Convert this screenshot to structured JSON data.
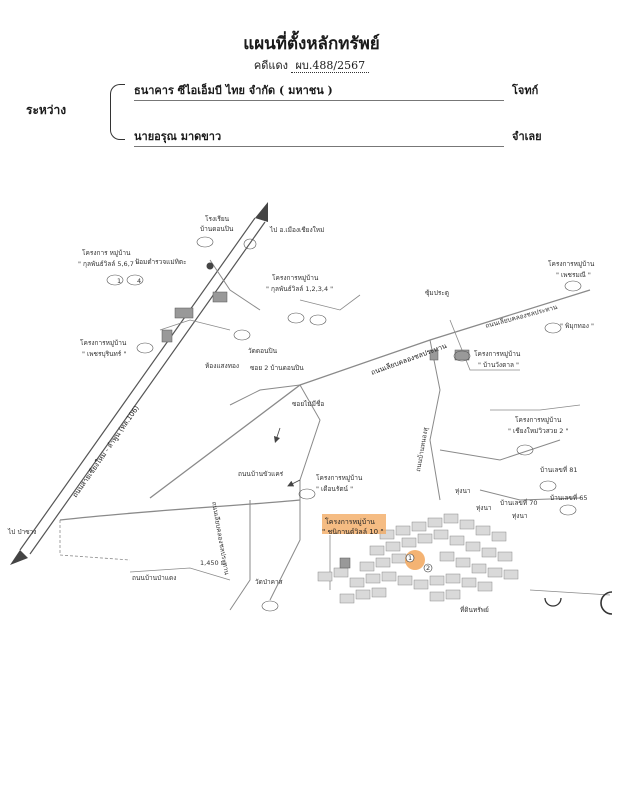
{
  "header": {
    "title": "แผนที่ตั้งหลักทรัพย์",
    "case_label": "คดีแดง",
    "case_number": "ผบ.488/2567",
    "between_label": "ระหว่าง"
  },
  "parties": {
    "plaintiff_name": "ธนาคาร ซีไอเอ็มบี ไทย จำกัด ( มหาชน )",
    "plaintiff_role": "โจทก์",
    "defendant_name": "นายอรุณ  มาดขาว",
    "defendant_role": "จำเลย"
  },
  "map": {
    "main_road": "ถนนสายเชียงใหม่ - ลำพูน (ทล.106)",
    "road_banthi": "ถนนเลียบคลองชลประทาน",
    "road_banhang": "ถนนบ้านป่าแดง",
    "road_canal": "ถนนเลียบคลองชลประทาน",
    "side_road": "ถนนบ้านขัวแคร่",
    "to_city": "ไป อ.เมืองเชียงใหม่",
    "to_pasang": "ไป ป่าซาง",
    "distance": "1,450 ม.",
    "school_name": "โรงเรียน",
    "school_sub": "บ้านดอนปิน",
    "police": "ป้อมตำรวจแม่ทิตะ",
    "housing_kutpan567_a": "โครงการ หมู่บ้าน",
    "housing_kutpan567_b": "\" กุลพันธ์วิลล์ 5,6,7 \"",
    "housing_kutpan1234_a": "โครงการหมู่บ้าน",
    "housing_kutpan1234_b": "\" กุลพันธ์วิลล์ 1,2,3,4 \"",
    "housing_petch_a": "โครงการหมู่บ้าน",
    "housing_petch_b": "\" เพชรบุรินทร์ \"",
    "housing_phetmani_a": "โครงการหมู่บ้าน",
    "housing_phetmani_b": "\" เพชรมณี \"",
    "housing_pimuk_b": "\" พิมุกทอง \"",
    "housing_wang_a": "โครงการหมู่บ้าน",
    "housing_wang_b": "\" บ้านวังตาล \"",
    "housing_chiangmai_a": "โครงการหมู่บ้าน",
    "housing_chiangmai_b": "\" เชียงใหม่วิวสวย 2 \"",
    "housing_duen_a": "โครงการหมู่บ้าน",
    "housing_duen_b": "\" เดือนรัตน์ \"",
    "target_a": "โครงการหมู่บ้าน",
    "target_b": "\" ชนิกานต์วิลล์ 10 \"",
    "wat_donpin": "วัดดอนปิน",
    "wat_pa": "วัดป่าคาส",
    "hong_saeng": "ห้องแสงทอง",
    "gate": "ซุ้มประตู",
    "soi_1": "ซอย 2 บ้านดอนปิน",
    "soi_2": "ซอยไม่มีชื่อ",
    "home_1": "บ้านเลขที่ 81",
    "home_2": "บ้านเลขที่ 65",
    "home_3": "บ้านเลขที่ 70",
    "n1": "หุ่งนา",
    "n2": "หุ่งนา",
    "n3": "ทุ่งนา",
    "road_north": "ถนนเลียบคลองชลประทาน",
    "road_mid": "ถนนบ้านหนองสุ",
    "plot_1": "1",
    "plot_2": "2",
    "house_1": "1",
    "house_2": "4",
    "legend_mark": "ที่ดินทรัพย์",
    "highlight_color": "#f2a65a"
  }
}
